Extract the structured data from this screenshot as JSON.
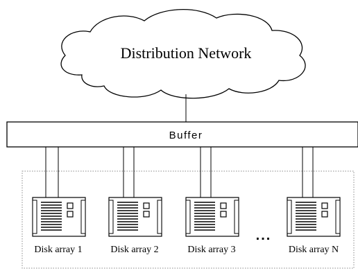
{
  "network": {
    "label": "Distribution Network"
  },
  "buffer": {
    "label": "Buffer"
  },
  "disk_arrays": [
    {
      "label": "Disk array 1"
    },
    {
      "label": "Disk array 2"
    },
    {
      "label": "Disk array 3"
    },
    {
      "label": "Disk array N"
    }
  ],
  "ellipsis": "..."
}
